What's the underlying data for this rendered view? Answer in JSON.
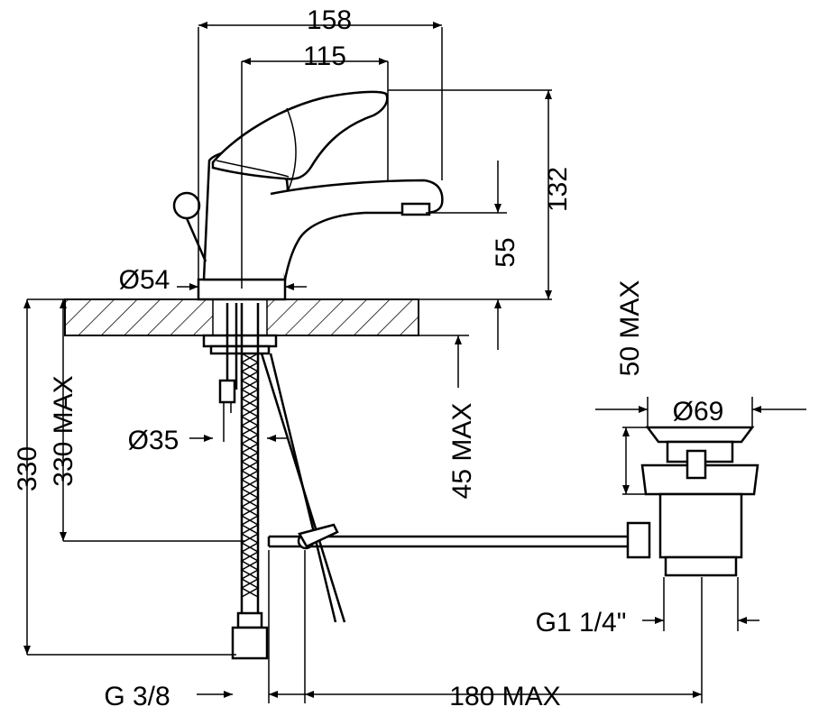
{
  "dimensions": {
    "overall_length": "158",
    "spout_reach": "115",
    "height_total": "132",
    "spout_height": "55",
    "base_diameter": "Ø54",
    "hole_diameter": "Ø35",
    "deck_thickness_max": "50 MAX",
    "below_deck_max": "45 MAX",
    "hose_length_max": "330 MAX",
    "hose_length": "330",
    "waste_diameter": "Ø69",
    "waste_thread": "G1 1/4\"",
    "hose_thread": "G 3/8",
    "rod_length_max": "180 MAX"
  }
}
